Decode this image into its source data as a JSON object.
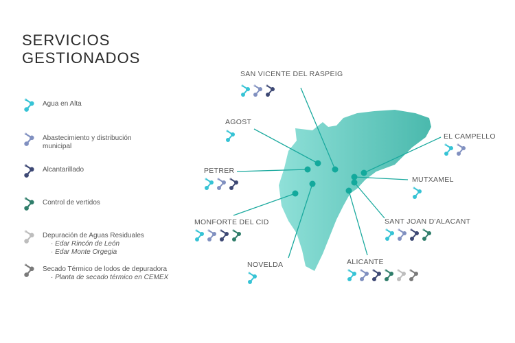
{
  "title": [
    "SERVICIOS",
    "GESTIONADOS"
  ],
  "services": [
    {
      "id": "agua",
      "label": "Agua en Alta",
      "color": "#36c3d5",
      "subs": []
    },
    {
      "id": "abast",
      "label": "Abastecimiento y distribución municipal",
      "color": "#8090c0",
      "subs": []
    },
    {
      "id": "alcant",
      "label": "Alcantarillado",
      "color": "#3d4874",
      "subs": []
    },
    {
      "id": "control",
      "label": "Control de vertidos",
      "color": "#2f7d6a",
      "subs": []
    },
    {
      "id": "depur",
      "label": "Depuración de Aguas Residuales",
      "color": "#bdbdbd",
      "subs": [
        "· Edar Rincón de León",
        "· Edar Monte Orgegia"
      ]
    },
    {
      "id": "secado",
      "label": "Secado Térmico de lodos de depuradora",
      "color": "#7a7a7a",
      "subs": [
        "· Planta de secado térmico en CEMEX"
      ]
    }
  ],
  "cities": [
    {
      "name": "SAN VICENTE DEL RASPEIG",
      "services": [
        "agua",
        "abast",
        "alcant"
      ]
    },
    {
      "name": "AGOST",
      "services": [
        "agua"
      ]
    },
    {
      "name": "PETRER",
      "services": [
        "agua",
        "abast",
        "alcant"
      ]
    },
    {
      "name": "MONFORTE DEL CID",
      "services": [
        "agua",
        "abast",
        "alcant",
        "control"
      ]
    },
    {
      "name": "NOVELDA",
      "services": [
        "agua"
      ]
    },
    {
      "name": "EL CAMPELLO",
      "services": [
        "agua",
        "abast"
      ]
    },
    {
      "name": "MUTXAMEL",
      "services": [
        "agua"
      ]
    },
    {
      "name": "SANT JOAN D'ALACANT",
      "services": [
        "agua",
        "abast",
        "alcant",
        "control"
      ]
    },
    {
      "name": "ALICANTE",
      "services": [
        "agua",
        "abast",
        "alcant",
        "control",
        "depur",
        "secado"
      ]
    }
  ],
  "map_color": "#5fcfc4"
}
